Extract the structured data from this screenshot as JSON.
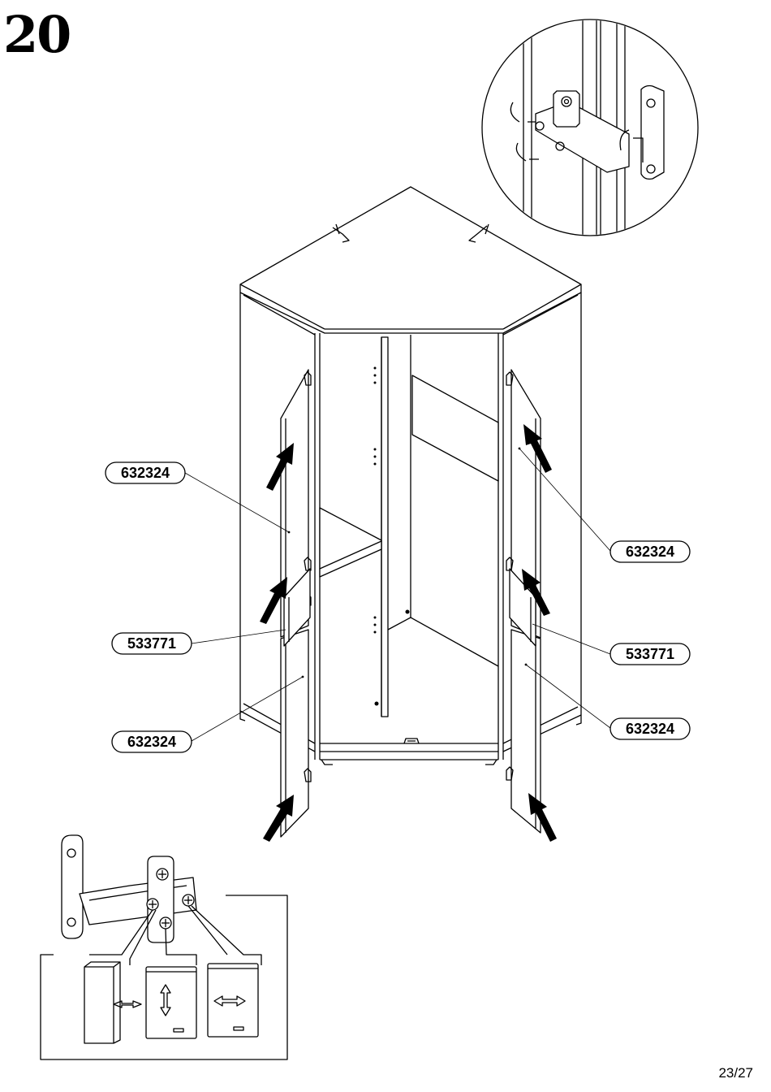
{
  "step": {
    "number": "20"
  },
  "page": {
    "number": "23/27"
  },
  "part_labels": {
    "door_upper_left": "632324",
    "hinge_left": "533771",
    "door_lower_left": "632324",
    "door_upper_right": "632324",
    "hinge_right": "533771",
    "door_lower_right": "632324"
  },
  "icons": {
    "main": "corner-wardrobe-assembly-illustration",
    "detail": "hinge-mounting-detail-circle",
    "adjust": "hinge-adjustment-detail"
  }
}
